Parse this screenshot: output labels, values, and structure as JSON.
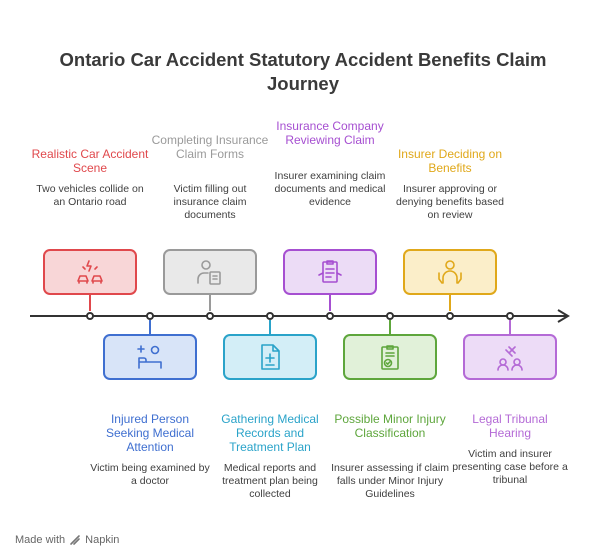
{
  "title": "Ontario Car Accident Statutory Accident Benefits Claim Journey",
  "steps": [
    {
      "title": "Realistic Car Accident Scene",
      "desc": "Two vehicles collide on an Ontario road",
      "color": "#e0484c",
      "fill": "#f8d6d7",
      "icon": "car-crash-icon"
    },
    {
      "title": "Injured Person Seeking Medical Attention",
      "desc": "Victim being examined by a doctor",
      "color": "#3f6fd0",
      "fill": "#d8e4f8",
      "icon": "hospital-bed-icon"
    },
    {
      "title": "Completing Insurance Claim Forms",
      "desc": "Victim filling out insurance claim documents",
      "color": "#9a9a9a",
      "fill": "#e9e9e9",
      "icon": "person-with-form-icon"
    },
    {
      "title": "Gathering Medical Records and Treatment Plan",
      "desc": "Medical reports and treatment plan being collected",
      "color": "#2aa3c9",
      "fill": "#d3eef7",
      "icon": "medical-document-icon"
    },
    {
      "title": "Insurance Company Reviewing Claim",
      "desc": "Insurer examining claim documents and medical evidence",
      "color": "#a64fd1",
      "fill": "#ecdcf6",
      "icon": "review-clipboard-icon"
    },
    {
      "title": "Possible Minor Injury Classification",
      "desc": "Insurer assessing if claim falls under Minor Injury Guidelines",
      "color": "#5ea63c",
      "fill": "#e1f1d9",
      "icon": "checklist-icon"
    },
    {
      "title": "Insurer Deciding on Benefits",
      "desc": "Insurer approving or denying benefits based on review",
      "color": "#e0a81a",
      "fill": "#fbeec9",
      "icon": "decision-person-icon"
    },
    {
      "title": "Legal Tribunal Hearing",
      "desc": "Victim and insurer presenting case before a tribunal",
      "color": "#b46ad6",
      "fill": "#eddcf7",
      "icon": "tribunal-gavel-icon"
    }
  ],
  "footer": {
    "made_with": "Made with",
    "brand": "Napkin"
  }
}
